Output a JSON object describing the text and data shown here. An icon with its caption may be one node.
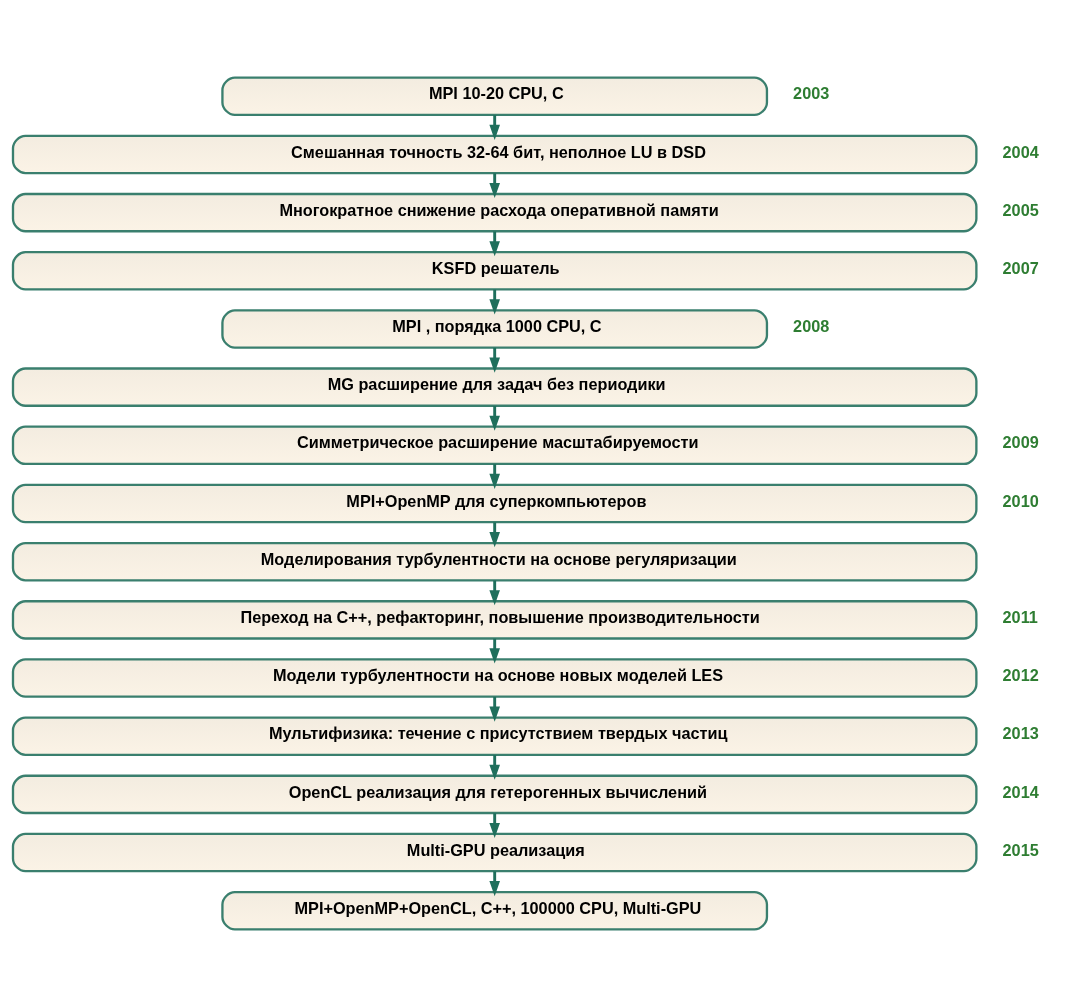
{
  "diagram": {
    "nodes": [
      {
        "text": [
          "MPI 10-20 CPU, C"
        ],
        "beside": [
          "2003"
        ]
      },
      {
        "text": [
          "Смешанная точность 32-64 бит, неполное LU в DSD"
        ],
        "beside": [
          "2004"
        ]
      },
      {
        "text": [
          "Многократное снижение расхода оперативной памяти"
        ],
        "beside": [
          "2005"
        ]
      },
      {
        "text": [
          "KSFD решатель"
        ],
        "beside": [
          "2007"
        ]
      },
      {
        "text": [
          "MPI , порядка 1000 CPU, C"
        ],
        "beside": [
          "2008"
        ]
      },
      {
        "text": [
          "MG расширение для задач без периодики"
        ]
      },
      {
        "text": [
          "Симметрическое расширение масштабируемости"
        ],
        "beside": [
          "2009"
        ]
      },
      {
        "text": [
          "MPI+OpenMP для суперкомпьютеров"
        ],
        "beside": [
          "2010"
        ]
      },
      {
        "text": [
          "Моделирования турбулентности на основе регуляризации"
        ]
      },
      {
        "text": [
          "Переход на C++, рефакторинг, повышение производительности"
        ],
        "beside": [
          "2011"
        ]
      },
      {
        "text": [
          "Модели турбулентности на основе новых моделей LES"
        ],
        "beside": [
          "2012"
        ]
      },
      {
        "text": [
          "Мультифизика: течение с присутствием твердых частиц"
        ],
        "beside": [
          "2013"
        ]
      },
      {
        "text": [
          "OpenCL реализация для гетерогенных вычислений"
        ],
        "beside": [
          "2014"
        ]
      },
      {
        "text": [
          "Multi-GPU реализация"
        ],
        "beside": [
          "2015"
        ]
      },
      {
        "text": [
          "MPI+OpenMP+OpenCL, C++, 100000 CPU, Multi-GPU"
        ]
      }
    ],
    "edges": [
      {
        "from": 0,
        "to": 1,
        "arrow": "to"
      },
      {
        "from": 1,
        "to": 2,
        "arrow": "to"
      },
      {
        "from": 2,
        "to": 3,
        "arrow": "to"
      },
      {
        "from": 3,
        "to": 4,
        "arrow": "to"
      },
      {
        "from": 4,
        "to": 5,
        "arrow": "to"
      },
      {
        "from": 5,
        "to": 6,
        "arrow": "to"
      },
      {
        "from": 6,
        "to": 7,
        "arrow": "to"
      },
      {
        "from": 7,
        "to": 8,
        "arrow": "to"
      },
      {
        "from": 8,
        "to": 9,
        "arrow": "to"
      },
      {
        "from": 9,
        "to": 10,
        "arrow": "to"
      },
      {
        "from": 10,
        "to": 11,
        "arrow": "to"
      },
      {
        "from": 11,
        "to": 12,
        "arrow": "to"
      },
      {
        "from": 12,
        "to": 13,
        "arrow": "to"
      },
      {
        "from": 13,
        "to": 14,
        "arrow": "to"
      }
    ]
  }
}
